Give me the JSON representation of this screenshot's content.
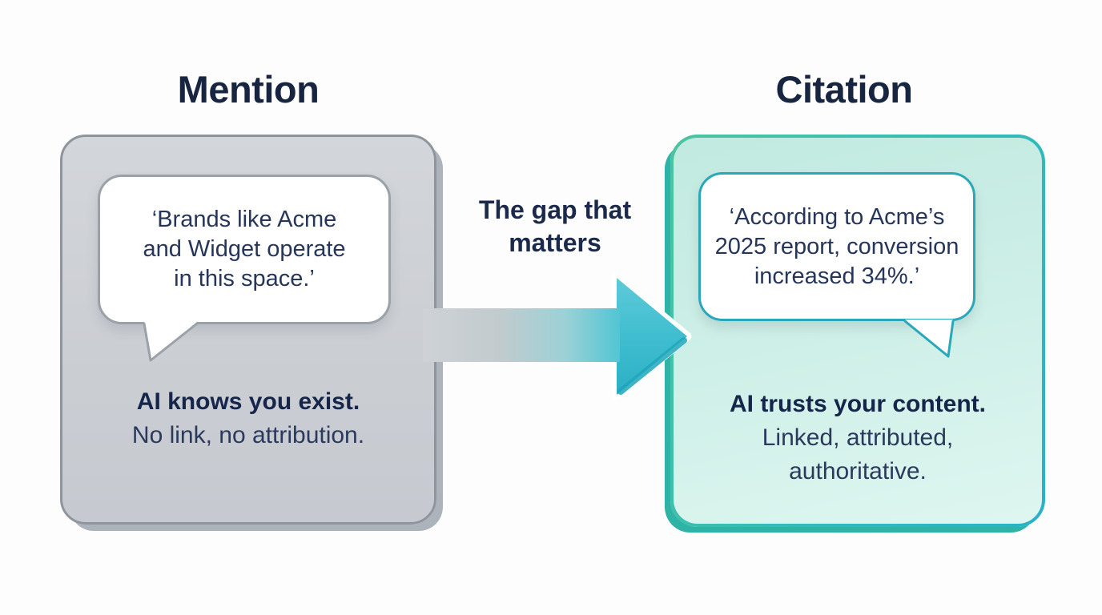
{
  "page": {
    "background": "#fdfdfd"
  },
  "colors": {
    "heading_text": "#172540",
    "body_text": "#26355a",
    "left_card_fill": "#cdd0d5",
    "left_card_border": "#8f959d",
    "right_card_fill": "#cfefe8",
    "right_card_border_green": "#4cc59f",
    "right_card_border_teal": "#28b2c9",
    "arrow_gray": "#ced2d6",
    "arrow_teal": "#45c2d3",
    "arrow_head_bevel": "#1ea6bb",
    "bubble_border_left": "#9aa1a8",
    "bubble_border_right": "#2aa8ba"
  },
  "left_panel": {
    "title": "Mention",
    "bubble_quote": "‘Brands like Acme\nand Widget operate\nin this space.’",
    "caption_bold": "AI knows you exist.",
    "caption_regular": "No link, no attribution."
  },
  "gap": {
    "label": "The gap that\nmatters"
  },
  "right_panel": {
    "title": "Citation",
    "bubble_quote": "‘According to Acme’s\n2025 report, conversion\nincreased 34%.’",
    "caption_bold": "AI trusts your content.",
    "caption_regular": "Linked, attributed,\nauthoritative."
  }
}
